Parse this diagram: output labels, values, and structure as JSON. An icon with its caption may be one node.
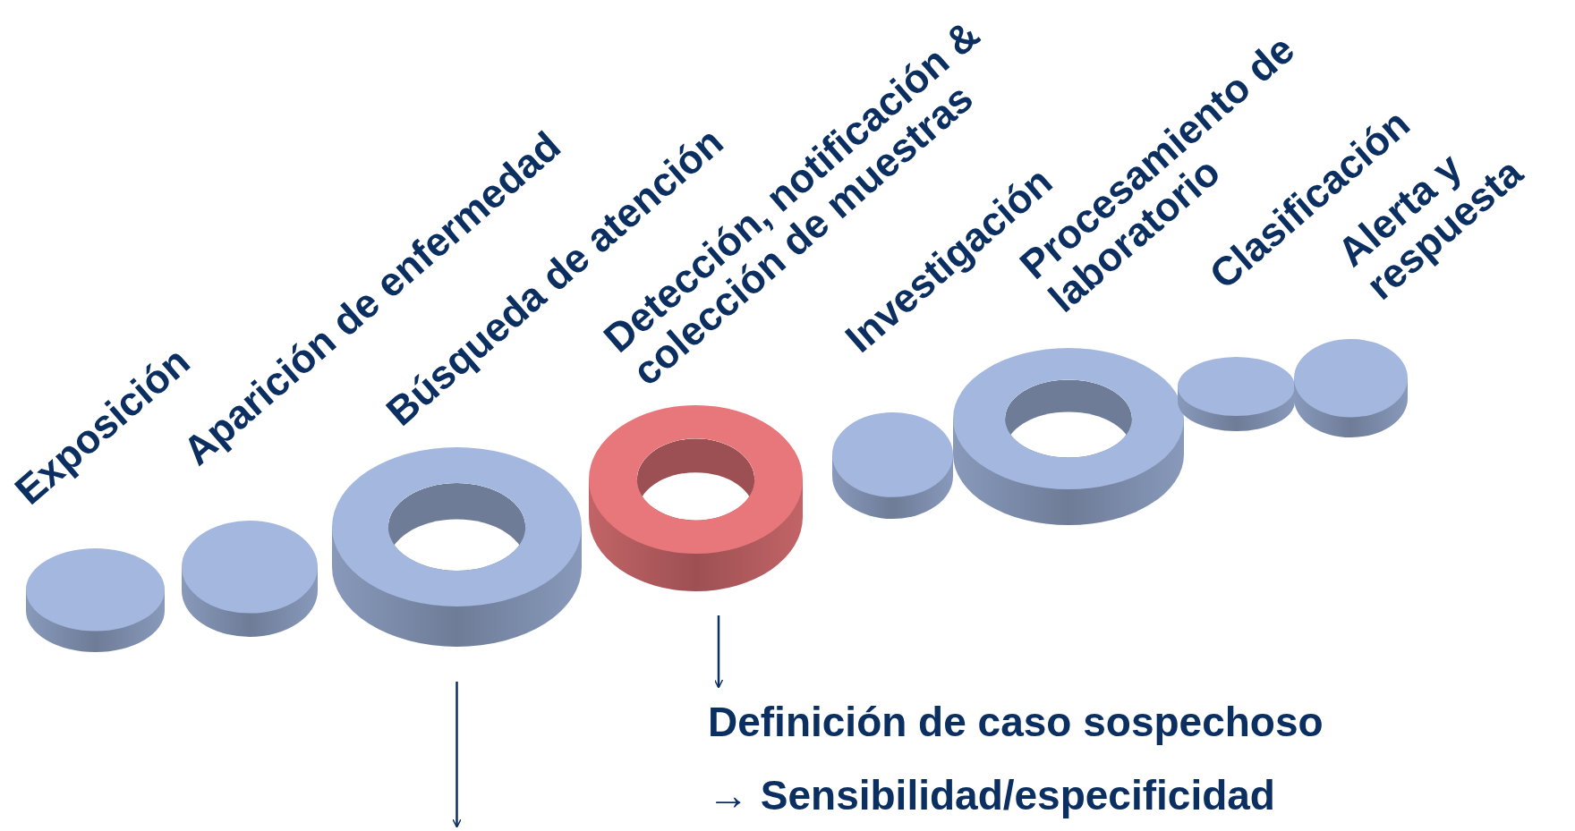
{
  "diagram": {
    "nodes": [
      {
        "text": [],
        "shape": "disc"
      },
      {
        "text": [],
        "shape": "disc"
      },
      {
        "text": [],
        "shape": "ring"
      },
      {
        "text": [],
        "shape": "ring"
      },
      {
        "text": [],
        "shape": "disc"
      },
      {
        "text": [],
        "shape": "ring"
      },
      {
        "text": [],
        "shape": "disc"
      },
      {
        "text": [],
        "shape": "disc"
      },
      {
        "text": [
          "Definición de caso sospechoso",
          "→ Sensibilidad/especificidad"
        ]
      }
    ],
    "edges": [
      {
        "from": 2,
        "to": null,
        "arrow": "to"
      },
      {
        "from": 3,
        "to": 8,
        "arrow": "to"
      }
    ],
    "labels": [
      "Exposición",
      "Aparición de enfermedad",
      "Búsqueda de atención",
      "Detección, notificación & colección de muestras",
      "Investigación",
      "Procesamiento de laboratorio",
      "Clasificación",
      "Alerta y respuesta"
    ]
  }
}
